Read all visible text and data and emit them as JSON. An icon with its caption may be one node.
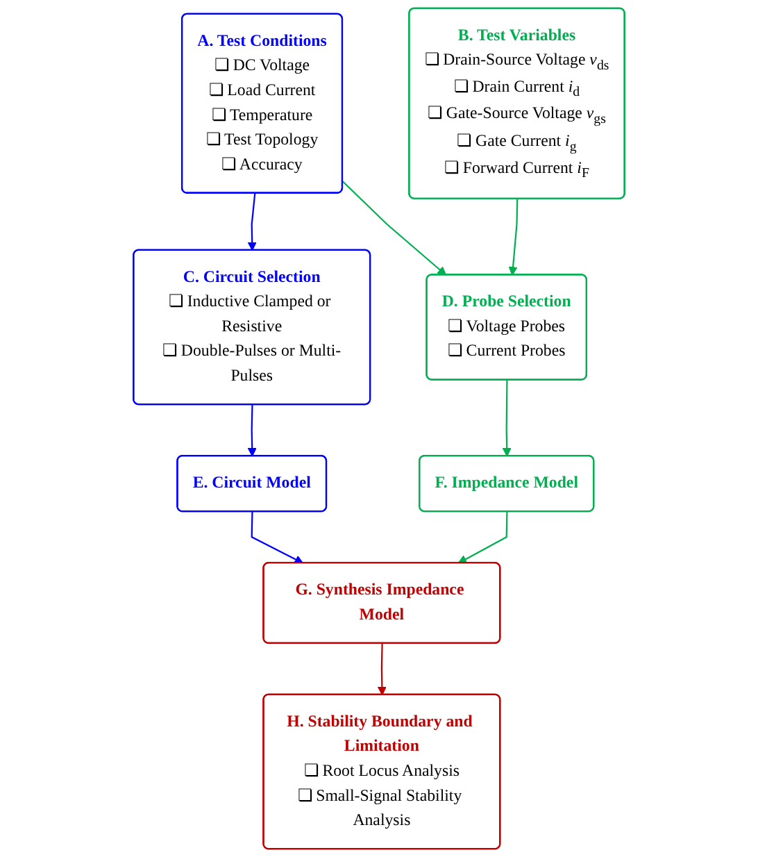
{
  "diagram": {
    "nodes": [
      {
        "text": [
          "A. Test Conditions",
          "❏ DC Voltage",
          "❏ Load Current",
          "❏ Temperature",
          "❏ Test Topology",
          "❏ Accuracy"
        ]
      },
      {
        "text": [
          "B. Test Variables",
          "❏ Drain-Source Voltage *v*$_{ds}$",
          "❏ Drain Current *i*$_{d}$",
          "❏ Gate-Source Voltage *v*$_{gs}$",
          "❏ Gate Current *i*$_{g}$",
          "❏ Forward Current *i*$_{F}$"
        ]
      },
      {
        "text": [
          "C. Circuit Selection",
          "❏ Inductive Clamped or Resistive",
          "❏ Double-Pulses or Multi-Pulses"
        ]
      },
      {
        "text": [
          "D. Probe Selection",
          "❏ Voltage Probes",
          "❏ Current Probes"
        ]
      },
      {
        "text": [
          "E. Circuit Model"
        ]
      },
      {
        "text": [
          "F. Impedance Model"
        ]
      },
      {
        "text": [
          "G. Synthesis Impedance Model"
        ]
      },
      {
        "text": [
          "H. Stability Boundary and Limitation",
          "❏ Root Locus Analysis",
          "❏ Small-Signal Stability Analysis"
        ]
      }
    ],
    "edges": [
      {
        "from": 0,
        "to": 2,
        "arrow": "to",
        "color": "#0000ff"
      },
      {
        "from": 0,
        "to": 3,
        "arrow": "to",
        "color": "#00b050"
      },
      {
        "from": 1,
        "to": 3,
        "arrow": "to",
        "color": "#00b050"
      },
      {
        "from": 2,
        "to": 4,
        "arrow": "to",
        "color": "#0000ff"
      },
      {
        "from": 3,
        "to": 5,
        "arrow": "to",
        "color": "#00b050"
      },
      {
        "from": 4,
        "to": 6,
        "arrow": "to",
        "color": "#0000ff"
      },
      {
        "from": 5,
        "to": 6,
        "arrow": "to",
        "color": "#00b050"
      },
      {
        "from": 6,
        "to": 7,
        "arrow": "to",
        "color": "#c00000"
      }
    ]
  }
}
